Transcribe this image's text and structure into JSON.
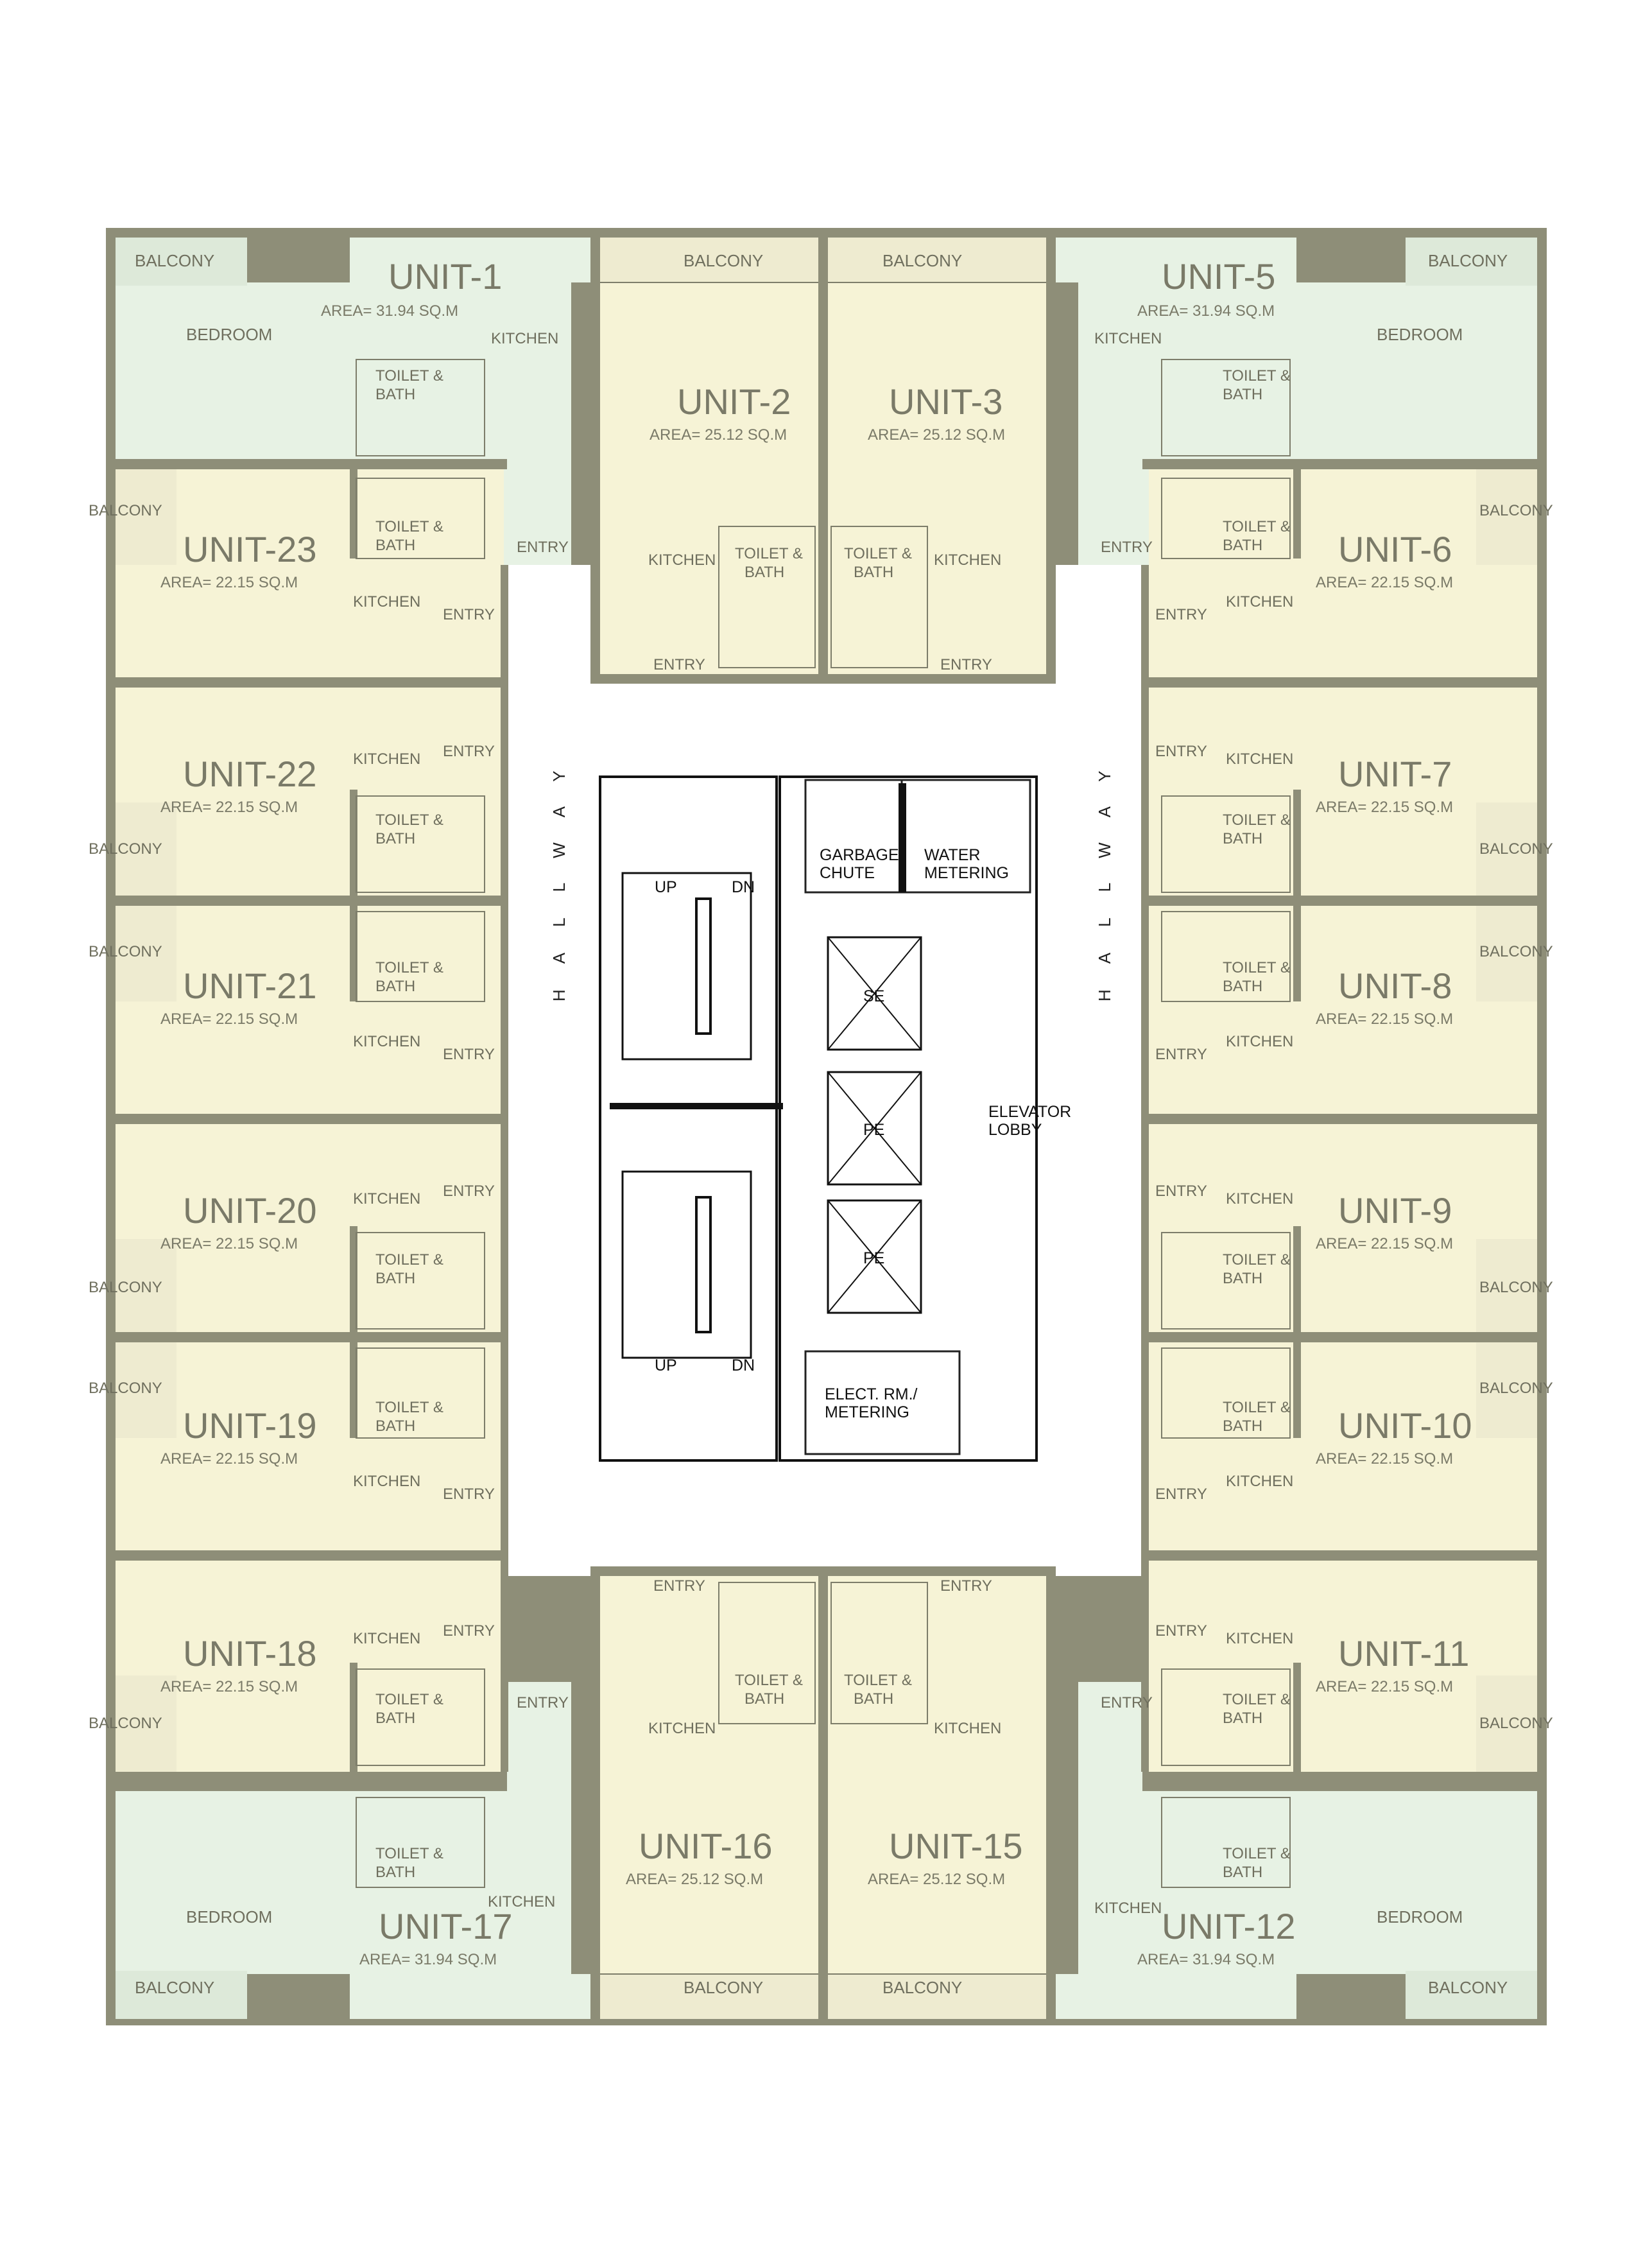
{
  "labels": {
    "balcony": "BALCONY",
    "bedroom": "BEDROOM",
    "kitchen": "KITCHEN",
    "toilet": "TOILET &",
    "bath": "BATH",
    "entry": "ENTRY",
    "hallway": "HALLWAY",
    "up": "UP",
    "dn": "DN",
    "garbage1": "GARBAGE",
    "garbage2": "CHUTE",
    "water1": "WATER",
    "water2": "METERING",
    "elect1": "ELECT. RM./",
    "elect2": "METERING",
    "elevator1": "ELEVATOR",
    "elevator2": "LOBBY",
    "se": "SE",
    "pe": "PE"
  },
  "units": [
    {
      "name": "UNIT-1",
      "area": "AREA= 31.94 SQ.M"
    },
    {
      "name": "UNIT-2",
      "area": "AREA= 25.12 SQ.M"
    },
    {
      "name": "UNIT-3",
      "area": "AREA= 25.12 SQ.M"
    },
    {
      "name": "UNIT-5",
      "area": "AREA= 31.94 SQ.M"
    },
    {
      "name": "UNIT-6",
      "area": "AREA= 22.15 SQ.M"
    },
    {
      "name": "UNIT-7",
      "area": "AREA= 22.15 SQ.M"
    },
    {
      "name": "UNIT-8",
      "area": "AREA= 22.15 SQ.M"
    },
    {
      "name": "UNIT-9",
      "area": "AREA= 22.15 SQ.M"
    },
    {
      "name": "UNIT-10",
      "area": "AREA= 22.15 SQ.M"
    },
    {
      "name": "UNIT-11",
      "area": "AREA= 22.15 SQ.M"
    },
    {
      "name": "UNIT-12",
      "area": "AREA= 31.94 SQ.M"
    },
    {
      "name": "UNIT-15",
      "area": "AREA= 25.12 SQ.M"
    },
    {
      "name": "UNIT-16",
      "area": "AREA= 25.12 SQ.M"
    },
    {
      "name": "UNIT-17",
      "area": "AREA= 31.94 SQ.M"
    },
    {
      "name": "UNIT-18",
      "area": "AREA= 22.15 SQ.M"
    },
    {
      "name": "UNIT-19",
      "area": "AREA= 22.15 SQ.M"
    },
    {
      "name": "UNIT-20",
      "area": "AREA= 22.15 SQ.M"
    },
    {
      "name": "UNIT-21",
      "area": "AREA= 22.15 SQ.M"
    },
    {
      "name": "UNIT-22",
      "area": "AREA= 22.15 SQ.M"
    },
    {
      "name": "UNIT-23",
      "area": "AREA= 22.15 SQ.M"
    }
  ],
  "colors": {
    "studio_fill": "#f6f3d6",
    "corner_fill": "#e7f2e4",
    "wall": "#8e8e78"
  }
}
